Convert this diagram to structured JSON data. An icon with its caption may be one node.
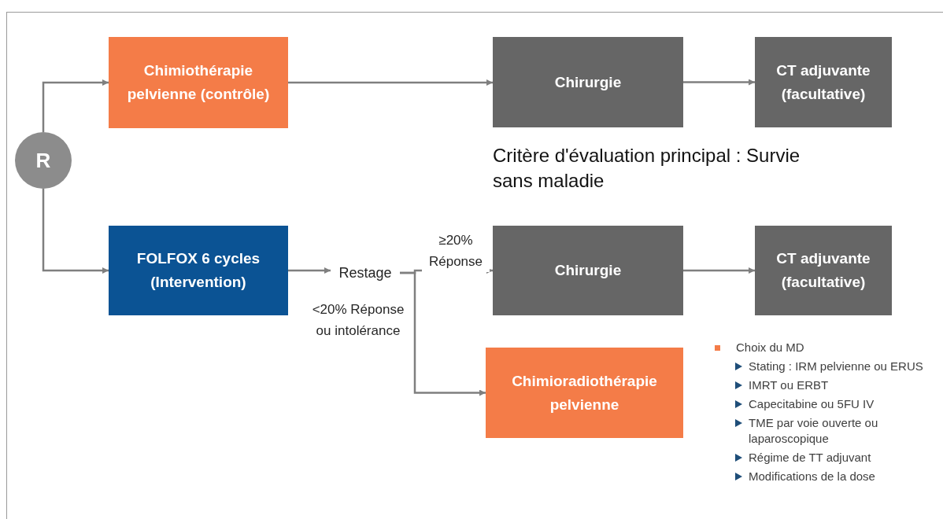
{
  "diagram": {
    "nodes": [
      {
        "text": [
          "R"
        ]
      },
      {
        "text": [
          "Chimiothérapie pelvienne (contrôle)"
        ]
      },
      {
        "text": [
          "Chirurgie"
        ]
      },
      {
        "text": [
          "CT adjuvante (facultative)"
        ]
      },
      {
        "text": [
          "FOLFOX 6 cycles (Intervention)"
        ]
      },
      {
        "text": [
          "Restage"
        ]
      },
      {
        "text": [
          "Chirurgie"
        ]
      },
      {
        "text": [
          "CT adjuvante (facultative)"
        ]
      },
      {
        "text": [
          "Chimioradiothérapie pelvienne"
        ]
      }
    ],
    "edges": [
      {
        "from": 0,
        "to": 1,
        "arrow": "to"
      },
      {
        "from": 0,
        "to": 4,
        "arrow": "to"
      },
      {
        "from": 1,
        "to": 2,
        "arrow": "to"
      },
      {
        "from": 2,
        "to": 3,
        "arrow": "to"
      },
      {
        "from": 4,
        "to": 5,
        "arrow": "to"
      },
      {
        "from": 5,
        "to": 6,
        "arrow": "to",
        "label": "≥20% Réponse"
      },
      {
        "from": 5,
        "to": 8,
        "arrow": "to",
        "label": "<20% Réponse ou intolérance"
      },
      {
        "from": 6,
        "to": 7,
        "arrow": "to"
      }
    ],
    "labels": [
      "Critère d'évaluation principal : Survie sans maladie",
      "Choix du MD",
      "Stating : IRM pelvienne ou ERUS",
      "IMRT ou ERBT",
      "Capecitabine ou 5FU IV",
      "TME par voie ouverte ou laparoscopique",
      "Régime de TT adjuvant",
      "Modifications de la dose"
    ]
  }
}
